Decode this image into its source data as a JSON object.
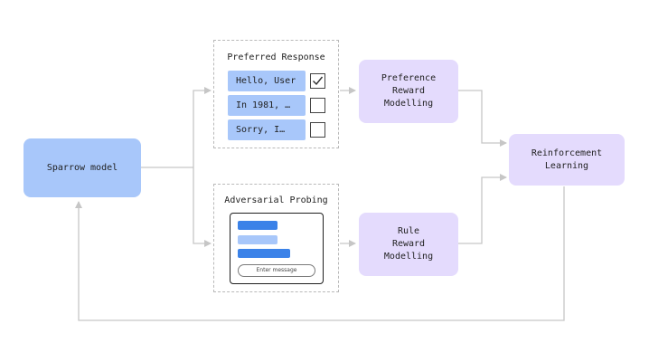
{
  "nodes": {
    "sparrow": "Sparrow model",
    "preference": "Preference\nReward\nModelling",
    "rule": "Rule\nReward\nModelling",
    "rl": "Reinforcement\nLearning"
  },
  "preferred_panel": {
    "title": "Preferred Response",
    "responses": [
      {
        "text": "Hello, User",
        "checked": true
      },
      {
        "text": "In 1981, …",
        "checked": false
      },
      {
        "text": "Sorry, I…",
        "checked": false
      }
    ]
  },
  "adversarial_panel": {
    "title": "Adversarial Probing",
    "input_placeholder": "Enter message"
  },
  "colors": {
    "model_blue": "#a8c7fa",
    "reward_purple": "#e4dbfd",
    "chat_bar_dark": "#3b82e8",
    "chat_bar_light": "#a8c7fa",
    "arrow_gray": "#c6c6c6"
  }
}
